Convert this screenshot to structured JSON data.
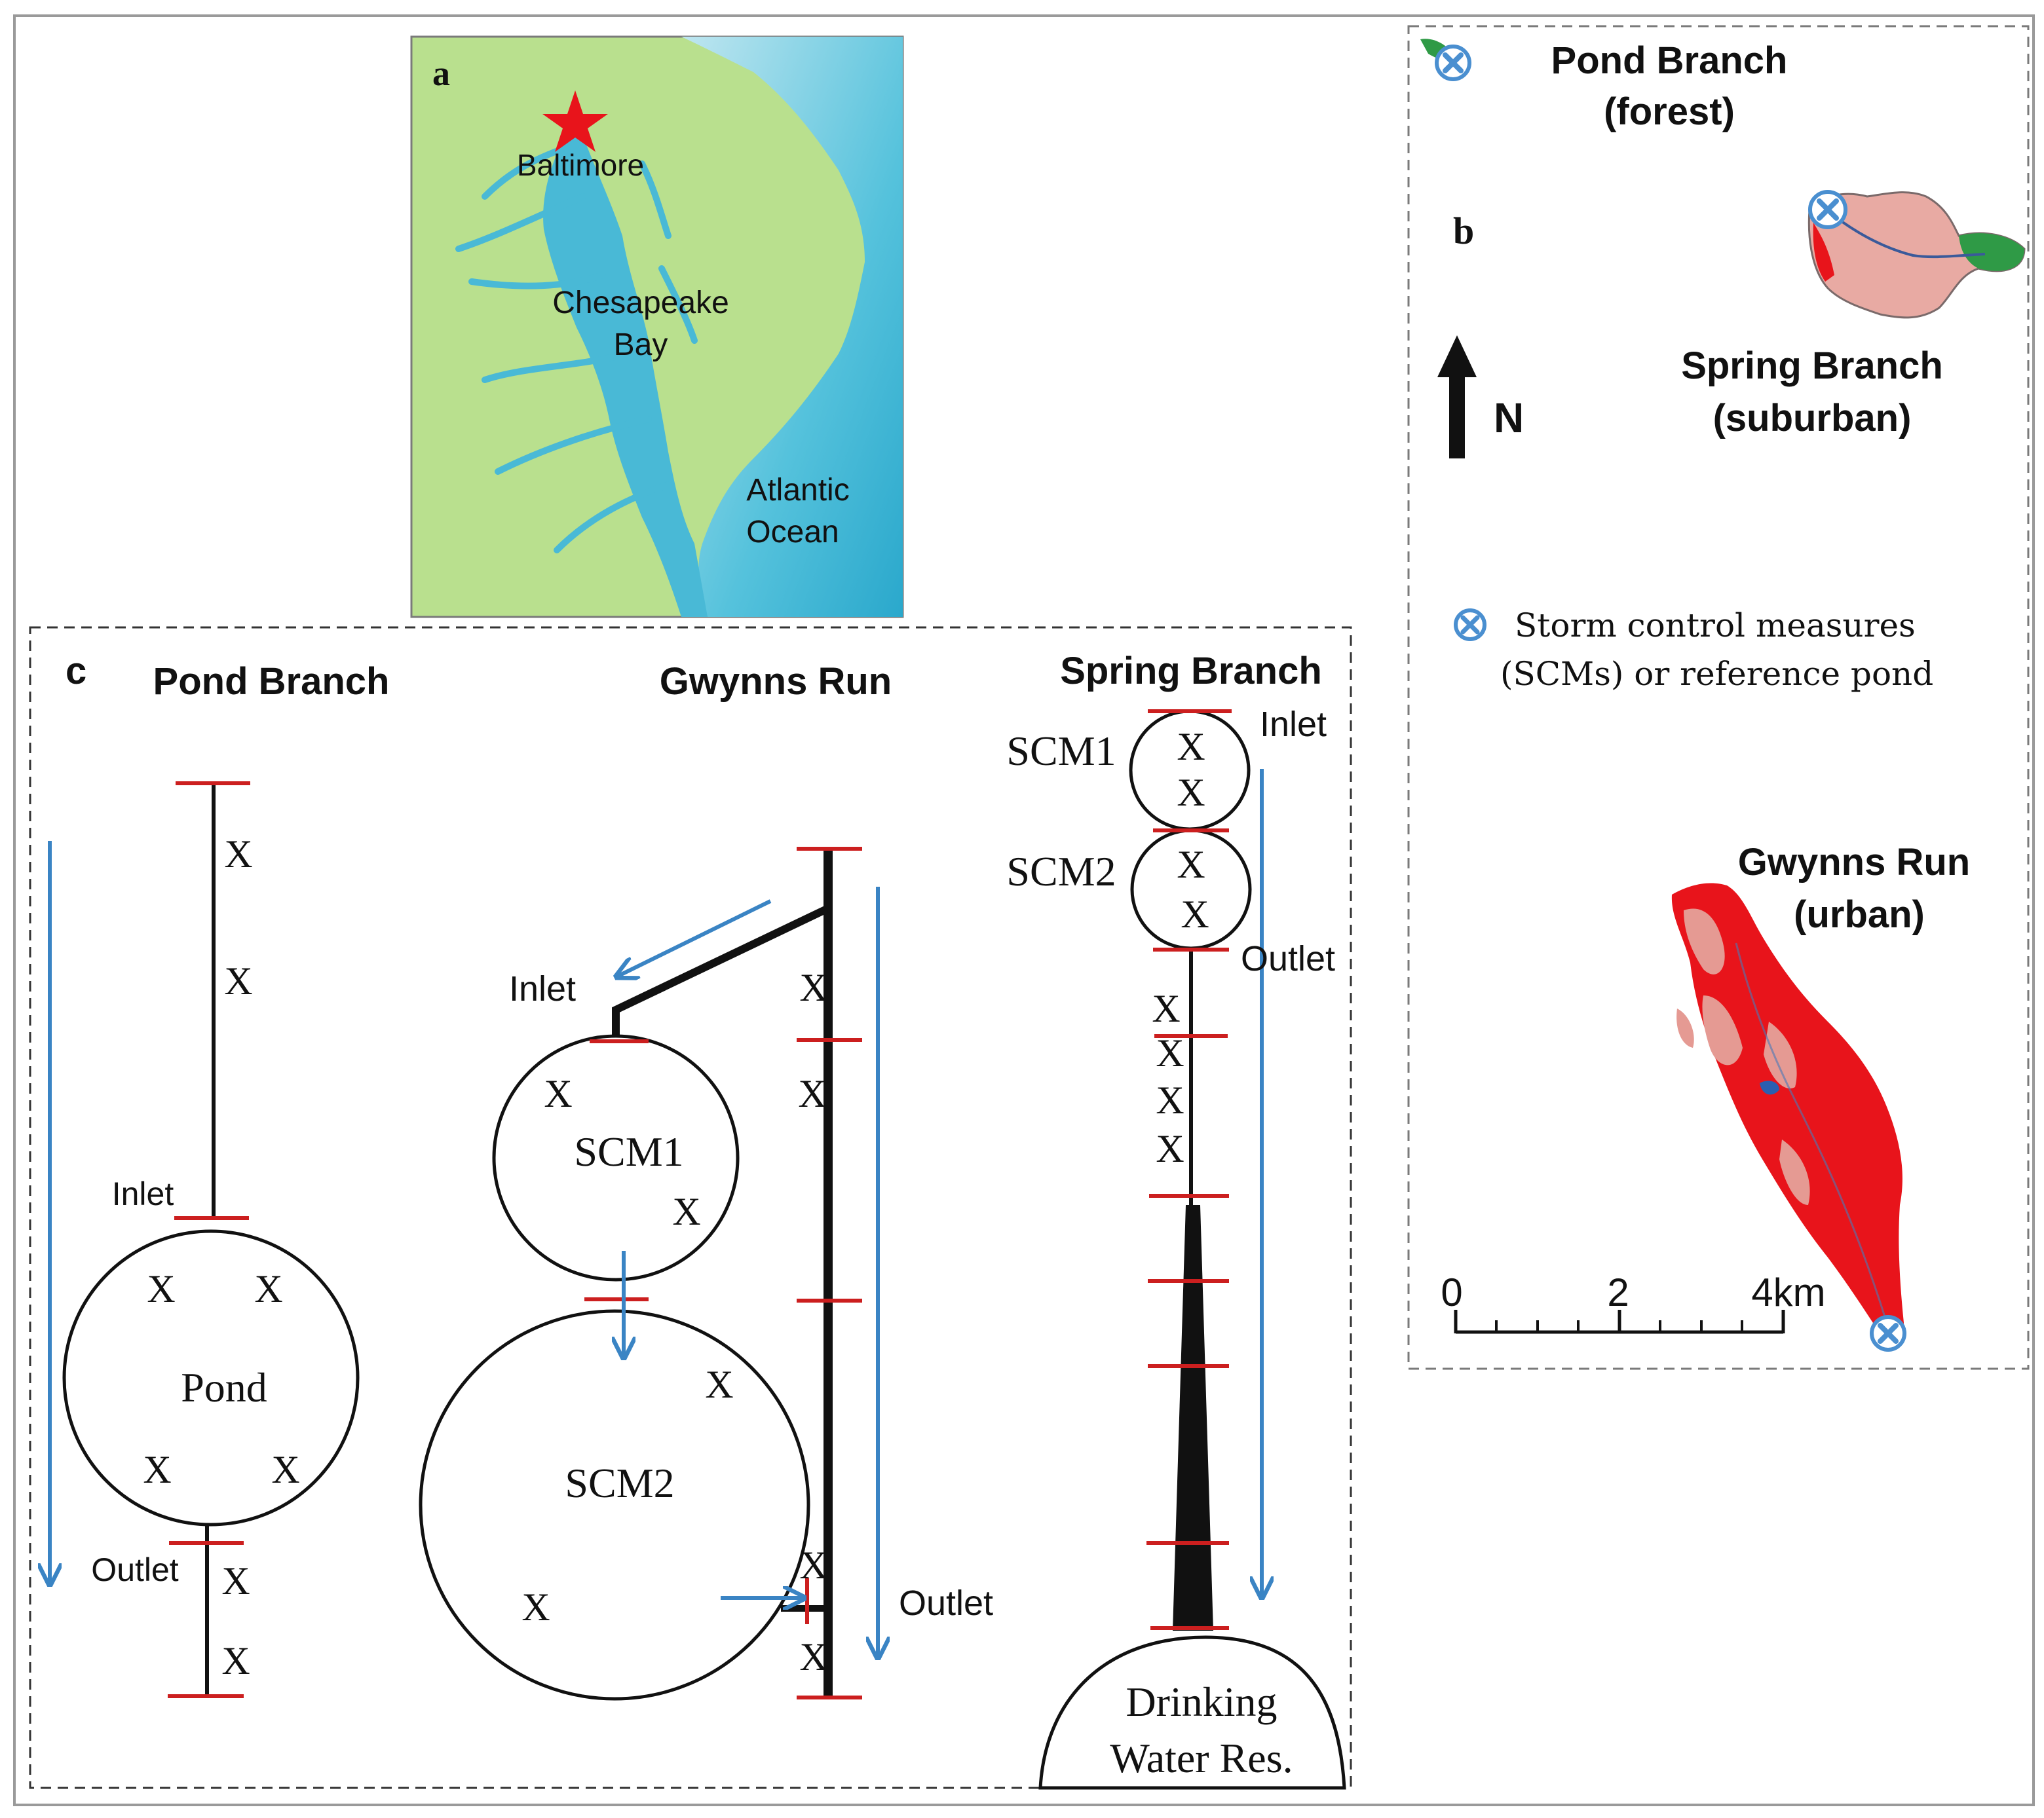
{
  "colors": {
    "marker": "#cc1f1f",
    "flow": "#3a84c4",
    "land": "#b9e08e",
    "water": "#49b9d6",
    "urban_red": "#e8141b",
    "urban_pink": "#e59a93",
    "xmark": "#4a8fd0"
  },
  "panel_a": {
    "label": "a",
    "baltimore": "Baltimore",
    "bay_line1": "Chesapeake",
    "bay_line2": "Bay",
    "ocean_line1": "Atlantic",
    "ocean_line2": "Ocean"
  },
  "panel_b": {
    "label": "b",
    "pond_title": "Pond Branch",
    "pond_sub": "(forest)",
    "spring_title": "Spring Branch",
    "spring_sub": "(suburban)",
    "north": "N",
    "legend_line1": "Storm control measures",
    "legend_line2": "(SCMs) or reference pond",
    "gwynns_title": "Gwynns Run",
    "gwynns_sub": "(urban)",
    "scale_ticks": [
      "0",
      "2",
      "4km"
    ]
  },
  "panel_c": {
    "label": "c",
    "pond": {
      "title": "Pond Branch",
      "inlet": "Inlet",
      "outlet": "Outlet",
      "pond_label": "Pond",
      "x": "X"
    },
    "gwynns": {
      "title": "Gwynns Run",
      "inlet": "Inlet",
      "outlet": "Outlet",
      "scm1": "SCM1",
      "scm2": "SCM2",
      "x": "X"
    },
    "spring": {
      "title": "Spring Branch",
      "inlet": "Inlet",
      "outlet": "Outlet",
      "scm1": "SCM1",
      "scm2": "SCM2",
      "reservoir_line1": "Drinking",
      "reservoir_line2": "Water Res.",
      "x": "X"
    }
  }
}
